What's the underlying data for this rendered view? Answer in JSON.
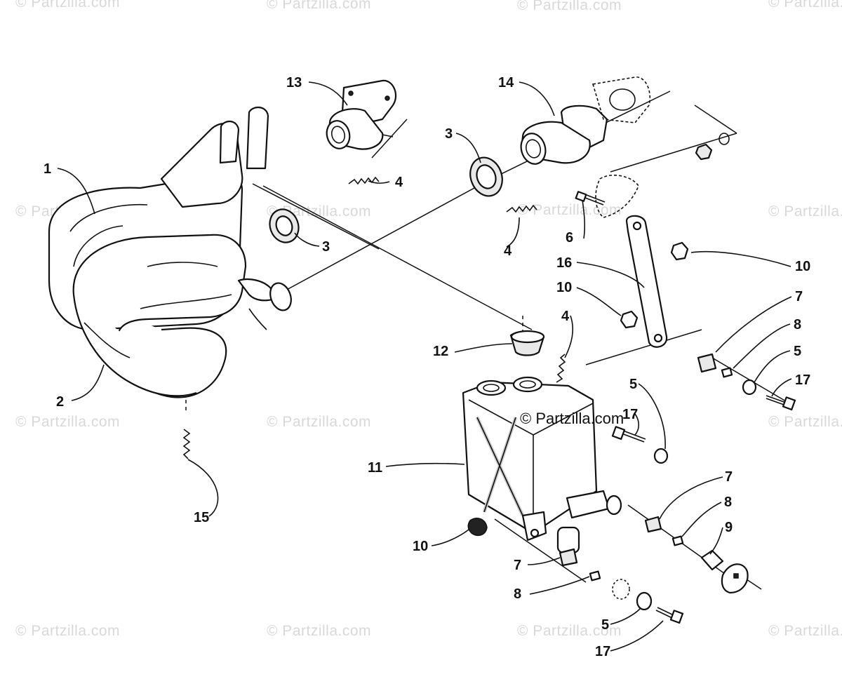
{
  "watermark": "© Partzilla.com",
  "brand_center": "© Partzilla.com",
  "callouts": {
    "c1": "1",
    "c2": "2",
    "c3a": "3",
    "c3b": "3",
    "c4a": "4",
    "c4b": "4",
    "c4c": "4",
    "c5a": "5",
    "c5b": "5",
    "c5c": "5",
    "c6": "6",
    "c7a": "7",
    "c7b": "7",
    "c7c": "7",
    "c8a": "8",
    "c8b": "8",
    "c8c": "8",
    "c9": "9",
    "c10a": "10",
    "c10b": "10",
    "c10c": "10",
    "c11": "11",
    "c12": "12",
    "c13": "13",
    "c14": "14",
    "c15": "15",
    "c16": "16",
    "c17a": "17",
    "c17b": "17",
    "c17c": "17"
  }
}
